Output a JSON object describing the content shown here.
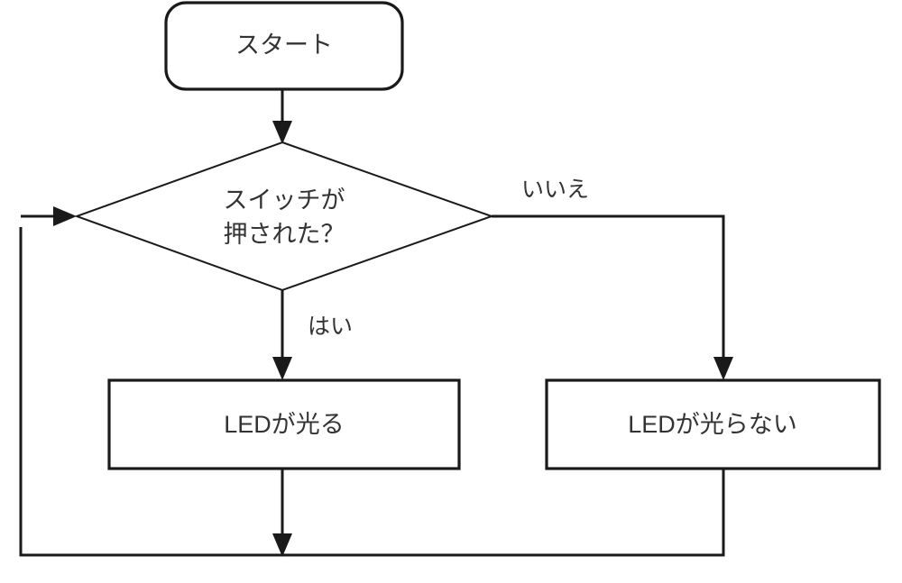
{
  "diagram": {
    "type": "flowchart",
    "language": "ja",
    "nodes": [
      {
        "id": "start",
        "shape": "rounded-rectangle",
        "label": "スタート"
      },
      {
        "id": "decision",
        "shape": "diamond",
        "label_line1": "スイッチが",
        "label_line2": "押された？"
      },
      {
        "id": "process-led-on",
        "shape": "rectangle",
        "label": "LEDが光る"
      },
      {
        "id": "process-led-off",
        "shape": "rectangle",
        "label": "LEDが光らない"
      }
    ],
    "edges": [
      {
        "id": "start-to-decision",
        "from": "start",
        "to": "decision",
        "label": ""
      },
      {
        "id": "decision-yes",
        "from": "decision",
        "to": "process-led-on",
        "label": "はい"
      },
      {
        "id": "decision-no",
        "from": "decision",
        "to": "process-led-off",
        "label": "いいえ"
      },
      {
        "id": "loop-back",
        "from": "process-led-on",
        "to": "decision",
        "label": ""
      },
      {
        "id": "loop-back-right",
        "from": "process-led-off",
        "to": "decision",
        "label": ""
      }
    ],
    "colors": {
      "background": "#ffffff",
      "stroke": "#1a1a1a",
      "text": "#333333",
      "fill": "#ffffff"
    }
  }
}
